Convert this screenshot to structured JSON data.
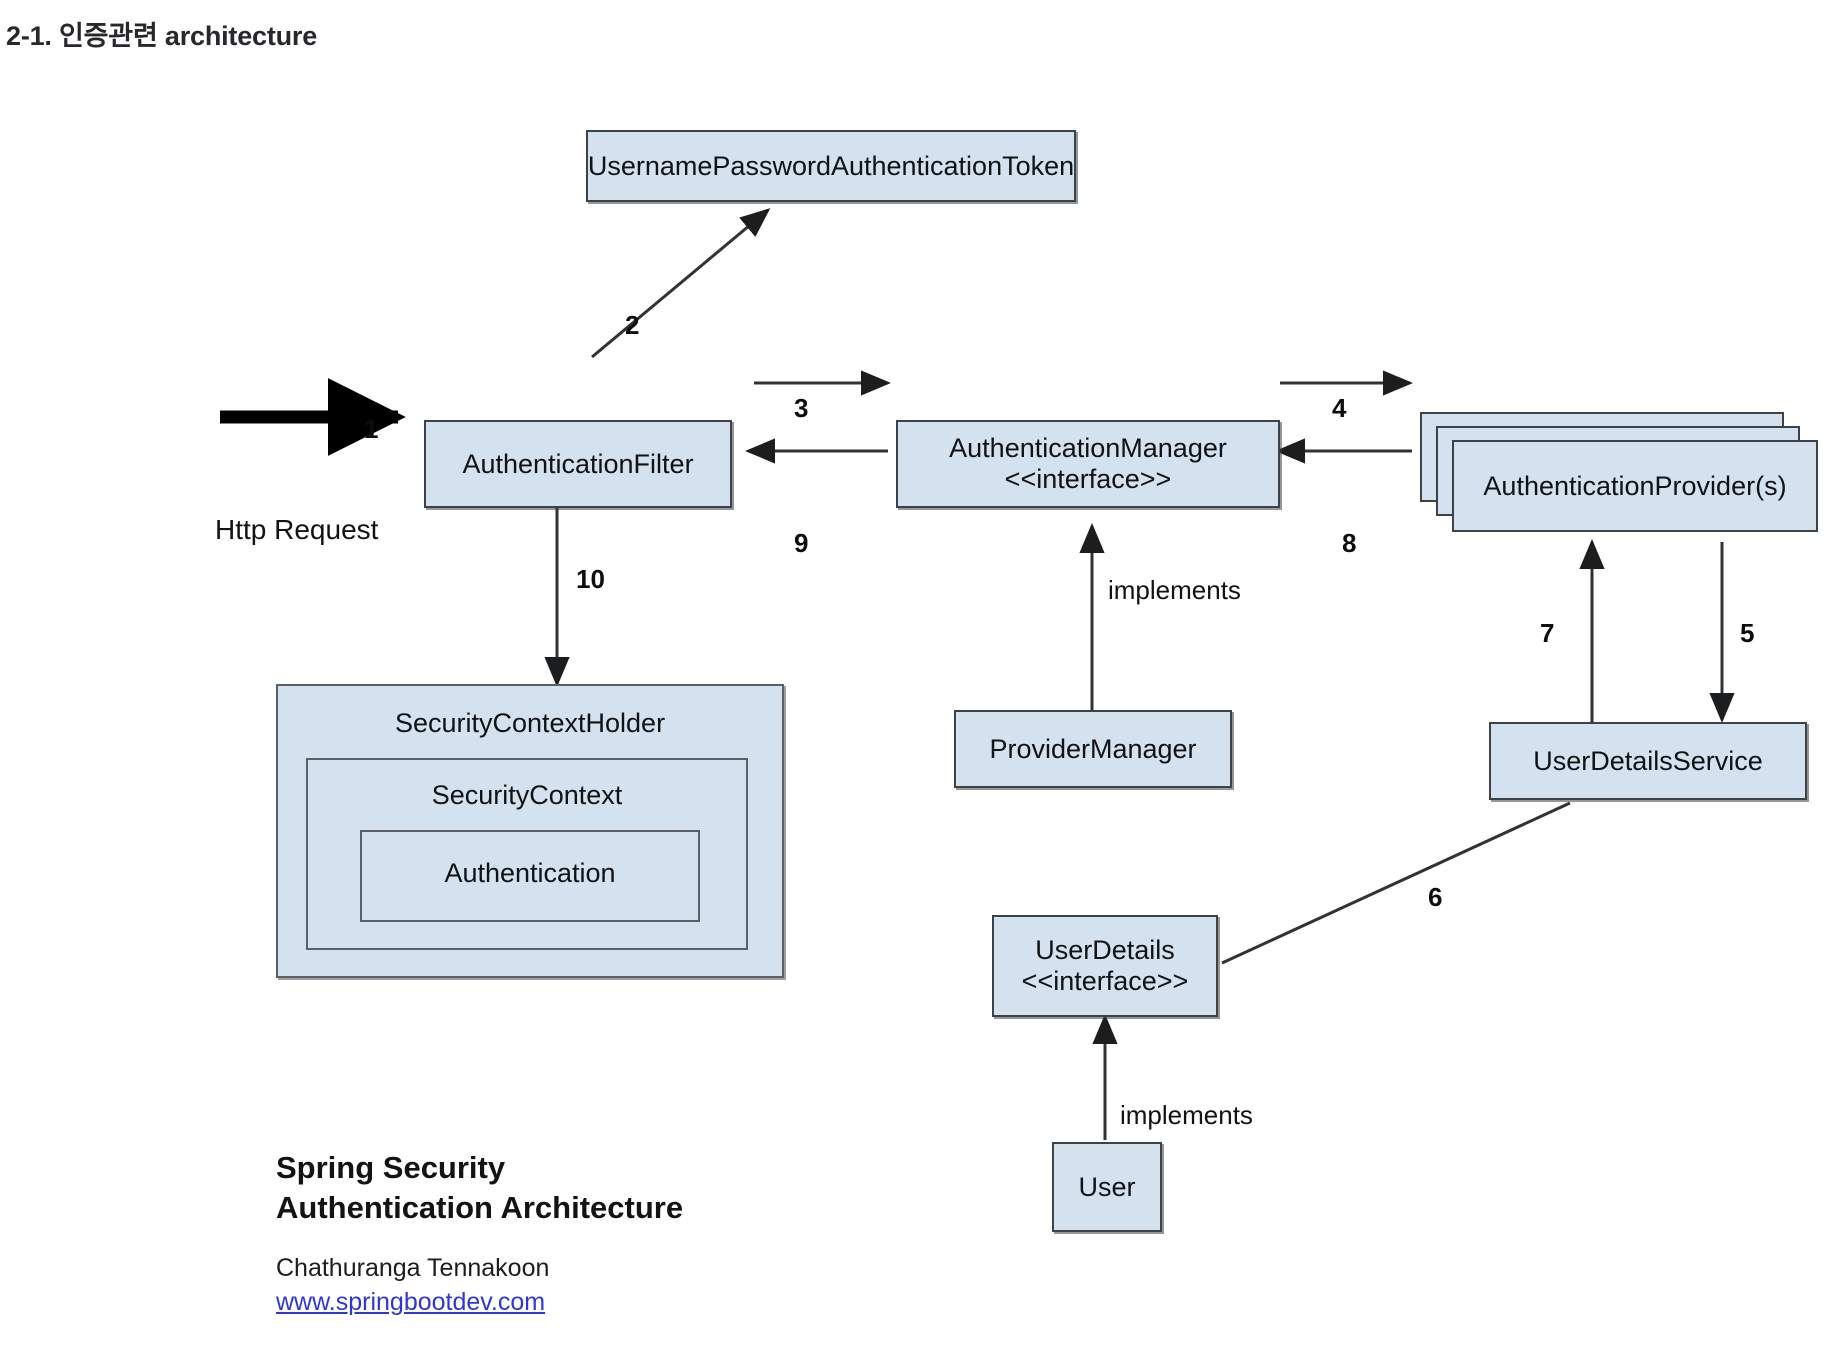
{
  "page": {
    "title": "2-1. 인증관련 architecture"
  },
  "diagram": {
    "nodes": {
      "token": {
        "label": "UsernamePasswordAuthenticationToken"
      },
      "auth_filter": {
        "label": "AuthenticationFilter"
      },
      "auth_manager": {
        "label": "AuthenticationManager\n<<interface>>"
      },
      "auth_provider": {
        "label": "AuthenticationProvider(s)"
      },
      "provider_manager": {
        "label": "ProviderManager"
      },
      "user_details_service": {
        "label": "UserDetailsService"
      },
      "user_details": {
        "label": "UserDetails\n<<interface>>"
      },
      "user": {
        "label": "User"
      },
      "security_context_holder": {
        "label": "SecurityContextHolder"
      },
      "security_context": {
        "label": "SecurityContext"
      },
      "authentication": {
        "label": "Authentication"
      }
    },
    "labels": {
      "http_request": "Http Request",
      "implements_manager": "implements",
      "implements_user": "implements"
    },
    "edges": {
      "e1": "1",
      "e2": "2",
      "e3": "3",
      "e4": "4",
      "e5": "5",
      "e6": "6",
      "e7": "7",
      "e8": "8",
      "e9": "9",
      "e10": "10"
    },
    "credit": {
      "title": "Spring Security\nAuthentication Architecture",
      "author": "Chathuranga Tennakoon",
      "website": "www.springbootdev.com"
    },
    "colors": {
      "box_fill": "#d4e1ef",
      "box_border": "#3d4246",
      "link": "#2f36d6",
      "text": "#101214"
    }
  }
}
